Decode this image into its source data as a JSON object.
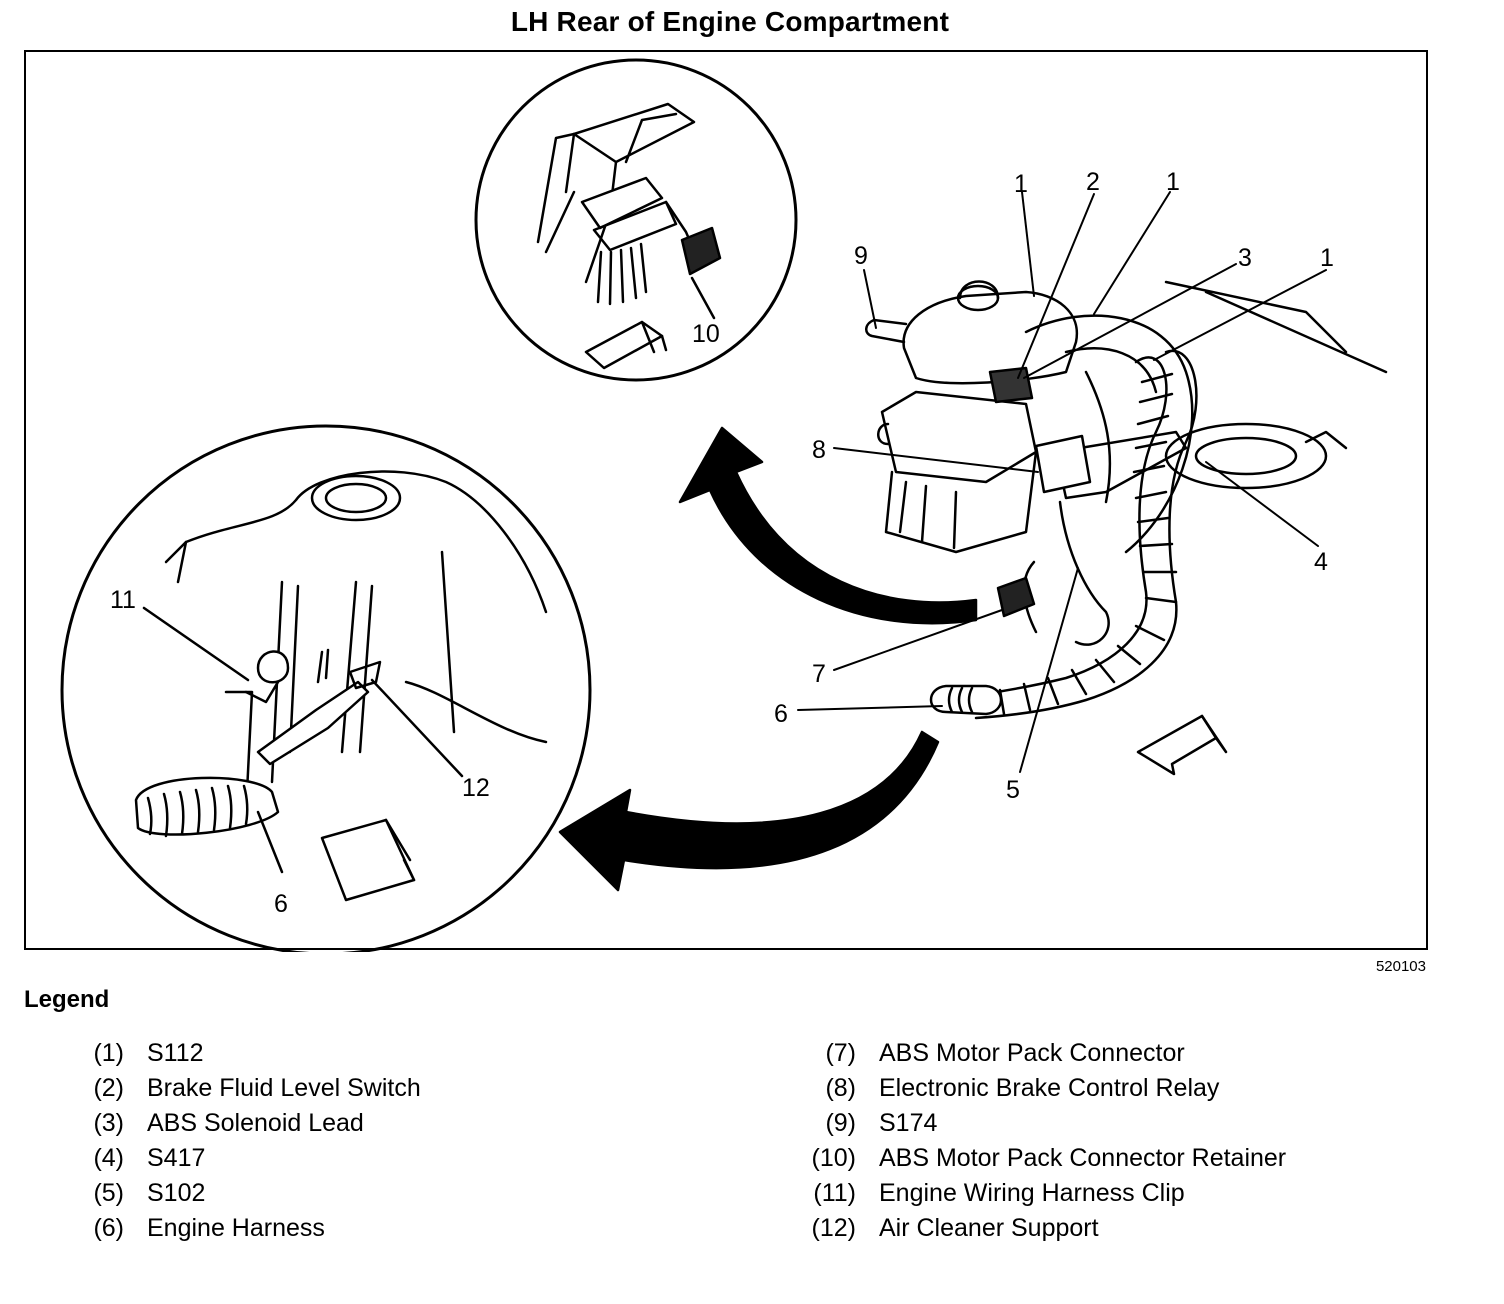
{
  "title": "LH Rear of Engine Compartment",
  "figure_id": "520103",
  "legend_heading": "Legend",
  "callouts": {
    "c1a": "1",
    "c2": "2",
    "c1b": "1",
    "c3": "3",
    "c1c": "1",
    "c9": "9",
    "c8": "8",
    "c4": "4",
    "c7": "7",
    "c6a": "6",
    "c5": "5",
    "c10": "10",
    "c11": "11",
    "c12": "12",
    "c6b": "6"
  },
  "legend": {
    "left": [
      {
        "num": "(1)",
        "label": "S112"
      },
      {
        "num": "(2)",
        "label": "Brake Fluid Level Switch"
      },
      {
        "num": "(3)",
        "label": "ABS Solenoid Lead"
      },
      {
        "num": "(4)",
        "label": "S417"
      },
      {
        "num": "(5)",
        "label": "S102"
      },
      {
        "num": "(6)",
        "label": "Engine Harness"
      }
    ],
    "right": [
      {
        "num": "(7)",
        "label": "ABS Motor Pack Connector"
      },
      {
        "num": "(8)",
        "label": "Electronic Brake Control Relay"
      },
      {
        "num": "(9)",
        "label": "S174"
      },
      {
        "num": "(10)",
        "label": "ABS Motor Pack Connector Retainer"
      },
      {
        "num": "(11)",
        "label": "Engine Wiring Harness Clip"
      },
      {
        "num": "(12)",
        "label": "Air Cleaner Support"
      }
    ]
  }
}
